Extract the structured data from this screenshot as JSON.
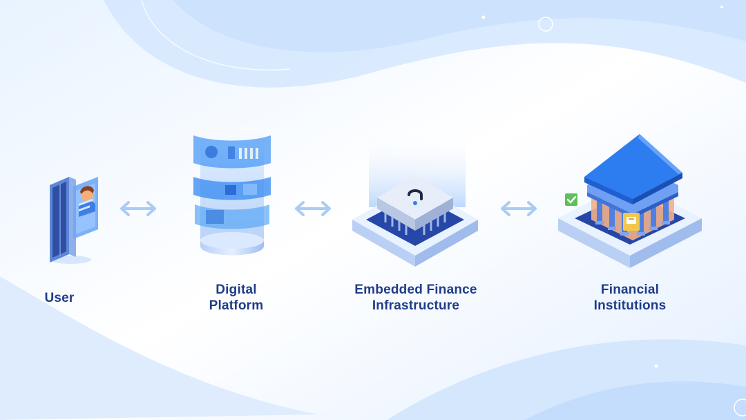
{
  "nodes": [
    {
      "id": "user",
      "lines": [
        "User"
      ],
      "icon": "user-phone-icon"
    },
    {
      "id": "digital-platform",
      "lines": [
        "Digital",
        "Platform"
      ],
      "icon": "platform-cylinder-icon"
    },
    {
      "id": "embedded-finance",
      "lines": [
        "Embedded Finance",
        "Infrastructure"
      ],
      "icon": "chip-icon"
    },
    {
      "id": "financial-institutions",
      "lines": [
        "Financial",
        "Institutions"
      ],
      "icon": "bank-building-icon"
    }
  ],
  "connectors": [
    {
      "from": "user",
      "to": "digital-platform",
      "icon": "double-arrow-icon"
    },
    {
      "from": "digital-platform",
      "to": "embedded-finance",
      "icon": "double-arrow-icon"
    },
    {
      "from": "embedded-finance",
      "to": "financial-institutions",
      "icon": "double-arrow-icon"
    }
  ],
  "colors": {
    "label": "#1f3c88",
    "accent": "#3f8df2",
    "light": "#cfe4ff",
    "arrow": "#a9ccf5"
  }
}
